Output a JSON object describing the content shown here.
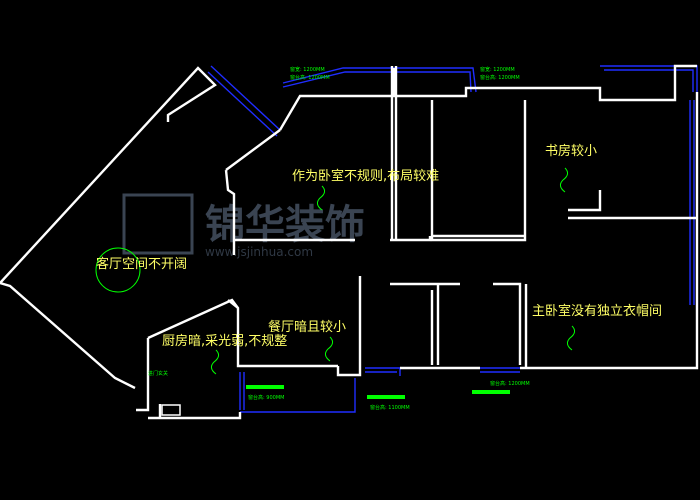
{
  "annotations": {
    "bedroom_irregular": "作为卧室不规则,布局较难",
    "study_small": "书房较小",
    "living_room_not_open": "客厅空间不开阔",
    "dining_dark_small": "餐厅暗且较小",
    "kitchen_dark": "厨房暗,采光弱,不规整",
    "master_no_wardrobe": "主卧室没有独立衣帽间"
  },
  "small_labels": {
    "entrance": "进门玄关",
    "w1": "窗宽: 1200MM",
    "h1": "窗台高: 1200MM",
    "w2": "窗宽: 1200MM",
    "h2": "窗台高: 1200MM",
    "w3": "窗台高: 1200MM",
    "w4": "窗台高: 900MM",
    "w5": "窗台高: 1100MM"
  },
  "watermark": {
    "text": "锦华装饰",
    "url": "www.jsjinhua.com"
  },
  "colors": {
    "wall": "#ffffff",
    "window": "#1f2dff",
    "annotation": "#ffff66",
    "marker": "#00ff00",
    "background": "#000000"
  }
}
